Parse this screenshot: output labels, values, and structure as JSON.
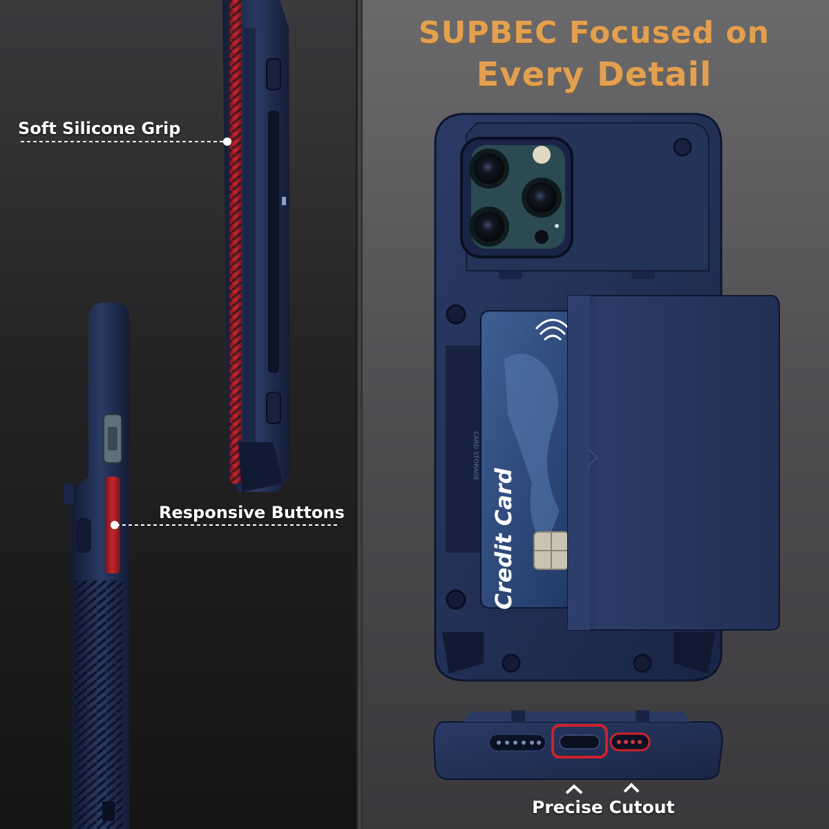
{
  "headline": {
    "line1": "SUPBEC Focused on",
    "line2": "Every Detail",
    "color": "#e2a050"
  },
  "callouts": {
    "grip": "Soft Silicone Grip",
    "buttons": "Responsive Buttons",
    "cutout": "Precise Cutout"
  },
  "card": {
    "label": "Credit Card",
    "slot_label": "CARD STORAGE"
  },
  "colors": {
    "case_navy": "#1e2a4a",
    "grip_red": "#b0222a",
    "button_gray": "#5a6a70",
    "background_dark": "#1a1a1c",
    "background_gray": "#55555a"
  }
}
